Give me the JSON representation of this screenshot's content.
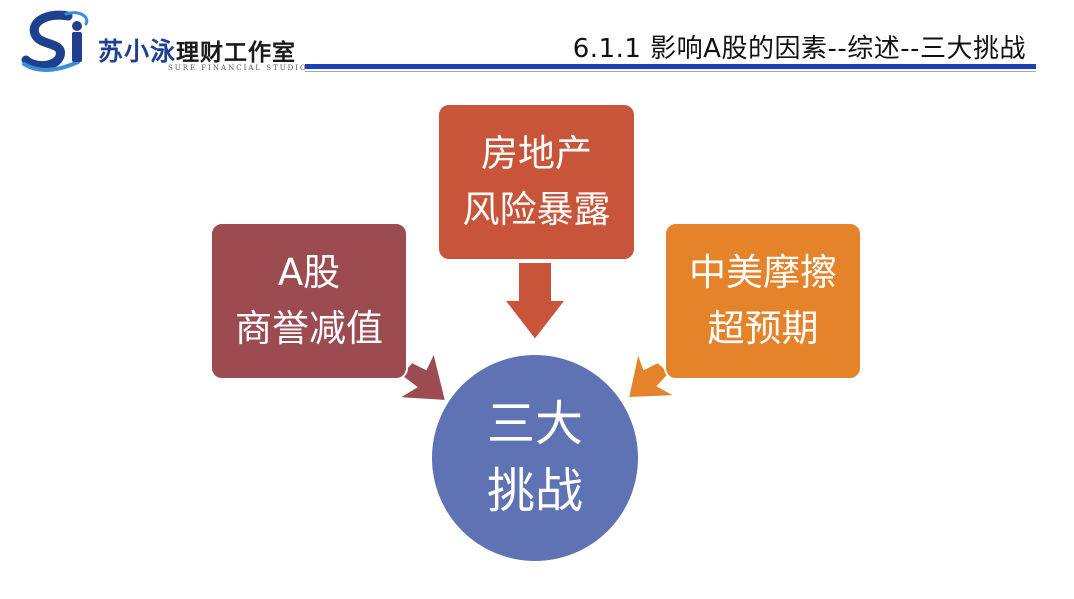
{
  "logo": {
    "name_cn": "苏小泳",
    "name_suffix": "理财工作室",
    "name_en": "SURE FINANCIAL STUDIO"
  },
  "header": {
    "title": "6.1.1 影响A股的因素--综述--三大挑战"
  },
  "diagram": {
    "center": {
      "line1": "三大",
      "line2": "挑战",
      "color": "#5f73b4"
    },
    "factors": [
      {
        "line1": "A股",
        "line2": "商誉减值",
        "color": "#9c4b50"
      },
      {
        "line1": "房地产",
        "line2": "风险暴露",
        "color": "#c8553a"
      },
      {
        "line1": "中美摩擦",
        "line2": "超预期",
        "color": "#e4832a"
      }
    ]
  }
}
